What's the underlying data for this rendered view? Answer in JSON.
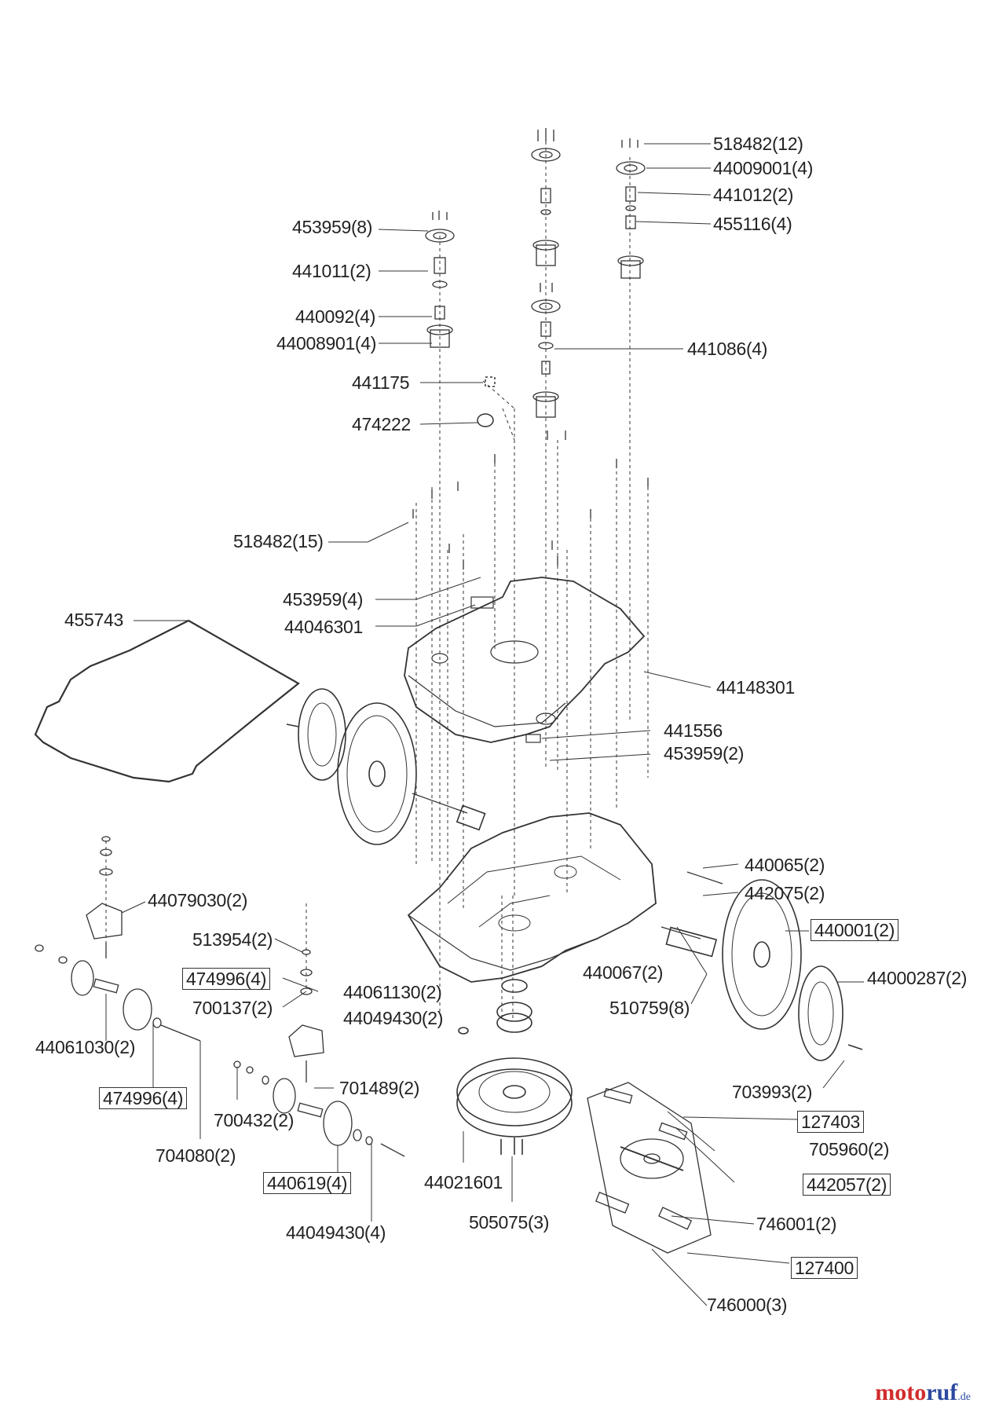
{
  "labels": {
    "p518482_12": "518482(12)",
    "p44009001_4": "44009001(4)",
    "p441012_2": "441012(2)",
    "p455116_4": "455116(4)",
    "p453959_8": "453959(8)",
    "p441011_2": "441011(2)",
    "p440092_4": "440092(4)",
    "p44008901_4": "44008901(4)",
    "p441086_4": "441086(4)",
    "p441175": "441175",
    "p474222": "474222",
    "p518482_15": "518482(15)",
    "p453959_4": "453959(4)",
    "p44046301": "44046301",
    "p455743": "455743",
    "p44148301": "44148301",
    "p441556": "441556",
    "p453959_2": "453959(2)",
    "p440065_2": "440065(2)",
    "p442075_2": "442075(2)",
    "p440001_2": "440001(2)",
    "p440067_2": "440067(2)",
    "p44000287_2": "44000287(2)",
    "p510759_8": "510759(8)",
    "p44079030_2": "44079030(2)",
    "p513954_2": "513954(2)",
    "p474996_4a": "474996(4)",
    "p44061130_2": "44061130(2)",
    "p700137_2": "700137(2)",
    "p44049430_2": "44049430(2)",
    "p44061030_2": "44061030(2)",
    "p474996_4b": "474996(4)",
    "p701489_2": "701489(2)",
    "p703993_2": "703993(2)",
    "p127403": "127403",
    "p705960_2": "705960(2)",
    "p700432_2": "700432(2)",
    "p704080_2": "704080(2)",
    "p440619_4": "440619(4)",
    "p44021601": "44021601",
    "p442057_2": "442057(2)",
    "p44049430_4": "44049430(4)",
    "p505075_3": "505075(3)",
    "p746001_2": "746001(2)",
    "p127400": "127400",
    "p746000_3": "746000(3)"
  },
  "brand": {
    "part1": "moto",
    "part2": "ruf",
    "tld": ".de"
  }
}
